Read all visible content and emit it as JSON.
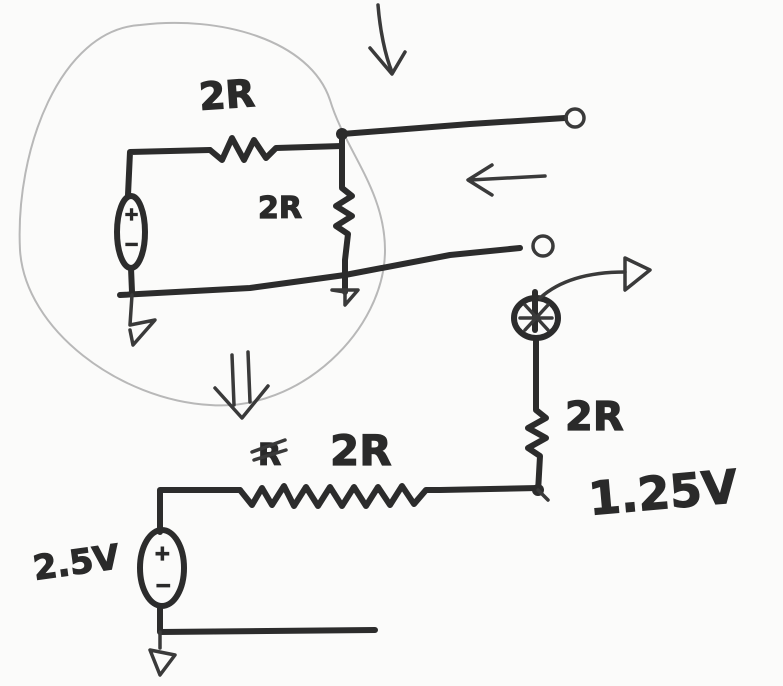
{
  "labels": {
    "r_series_top": "2R",
    "r_shunt_top": "2R",
    "r_series_bottom": "2R",
    "r_vertical_bottom": "2R",
    "v_source": "2.5V",
    "v_output": "1.25V",
    "struck_letter": "R"
  },
  "symbols": {
    "source_top_plus": "+",
    "source_top_minus": "−",
    "source_bottom_plus": "+",
    "source_bottom_minus": "−"
  }
}
